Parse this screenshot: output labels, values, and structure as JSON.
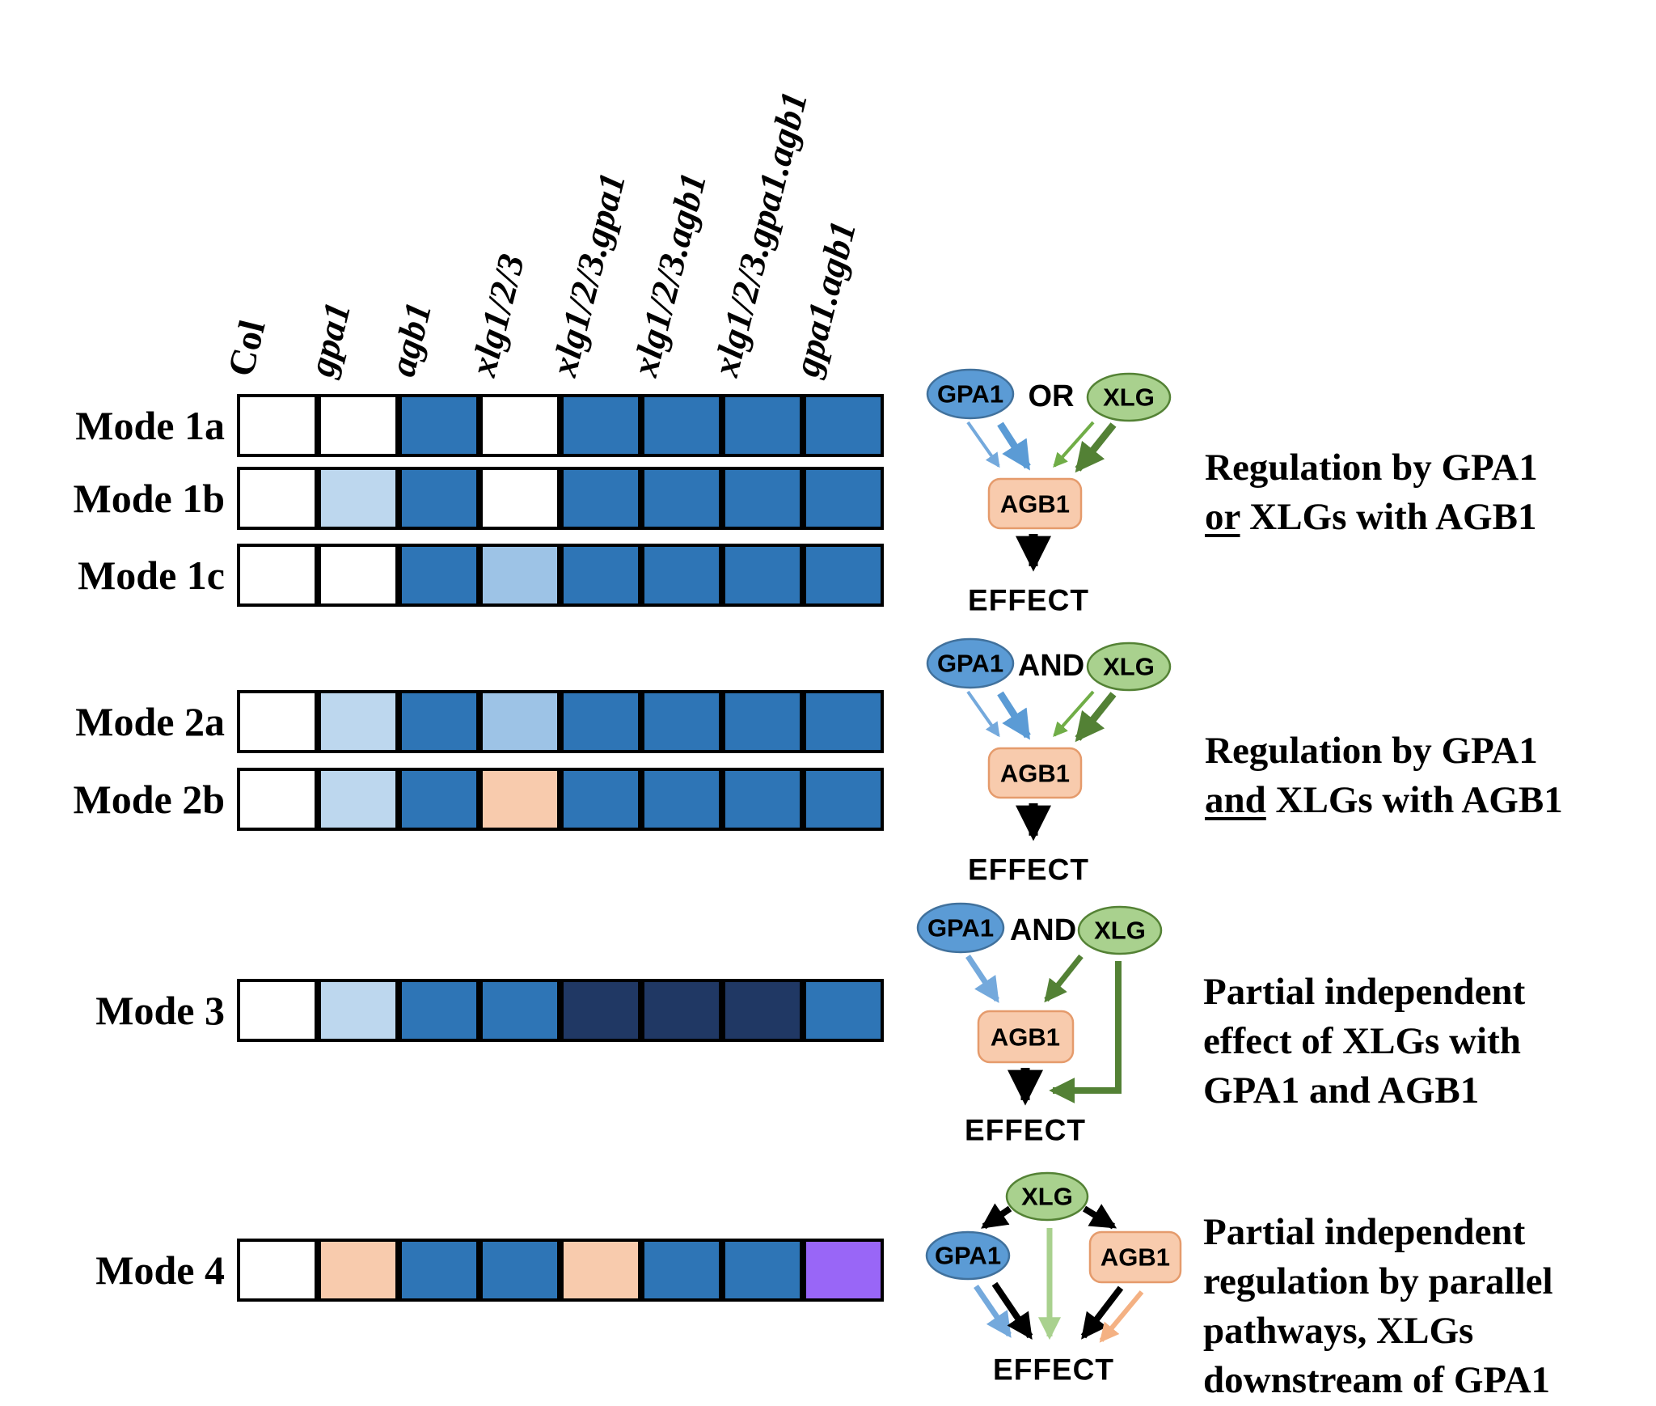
{
  "colors": {
    "cell_white": "#FFFFFF",
    "cell_blue": "#2E75B6",
    "cell_light_blue": "#BDD7EE",
    "cell_mid_blue": "#9DC3E6",
    "cell_navy": "#203864",
    "cell_peach": "#F8CBAD",
    "cell_purple": "#9966F7",
    "node_gpa1_fill": "#5B9BD5",
    "node_gpa1_stroke": "#41719C",
    "node_xlg_fill": "#A9D18E",
    "node_xlg_stroke": "#548235",
    "node_agb1_fill": "#F8CBAD",
    "node_agb1_stroke": "#E59B6C",
    "arrow_blue": "#5B9BD5",
    "arrow_blue_light": "#74A9DC",
    "arrow_green": "#70AD47",
    "arrow_green_dark": "#538135",
    "arrow_green_pale": "#A9D18E",
    "arrow_peach": "#F4B183"
  },
  "grid": {
    "columns": [
      {
        "label": "Col",
        "italic": false
      },
      {
        "label": "gpa1",
        "italic": true
      },
      {
        "label": "agb1",
        "italic": true
      },
      {
        "label": "xlg1/2/3",
        "italic": true
      },
      {
        "label": "xlg1/2/3.gpa1",
        "italic": true
      },
      {
        "label": "xlg1/2/3.agb1",
        "italic": true
      },
      {
        "label": "xlg1/2/3.gpa1.agb1",
        "italic": true
      },
      {
        "label": "gpa1.agb1",
        "italic": true
      }
    ],
    "rows": [
      {
        "label": "Mode 1a",
        "cells": [
          "white",
          "white",
          "blue",
          "white",
          "blue",
          "blue",
          "blue",
          "blue"
        ]
      },
      {
        "label": "Mode 1b",
        "cells": [
          "white",
          "light_blue",
          "blue",
          "white",
          "blue",
          "blue",
          "blue",
          "blue"
        ]
      },
      {
        "label": "Mode 1c",
        "cells": [
          "white",
          "white",
          "blue",
          "mid_blue",
          "blue",
          "blue",
          "blue",
          "blue"
        ]
      },
      {
        "label": "Mode 2a",
        "cells": [
          "white",
          "light_blue",
          "blue",
          "mid_blue",
          "blue",
          "blue",
          "blue",
          "blue"
        ]
      },
      {
        "label": "Mode 2b",
        "cells": [
          "white",
          "light_blue",
          "blue",
          "peach",
          "blue",
          "blue",
          "blue",
          "blue"
        ]
      },
      {
        "label": "Mode 3",
        "cells": [
          "white",
          "light_blue",
          "blue",
          "blue",
          "navy",
          "navy",
          "navy",
          "blue"
        ]
      },
      {
        "label": "Mode 4",
        "cells": [
          "white",
          "peach",
          "blue",
          "blue",
          "peach",
          "blue",
          "blue",
          "purple"
        ]
      }
    ]
  },
  "diagrams": {
    "d1": {
      "gpa1": "GPA1",
      "op": "OR",
      "xlg": "XLG",
      "agb1": "AGB1",
      "effect": "EFFECT"
    },
    "d2": {
      "gpa1": "GPA1",
      "op": "AND",
      "xlg": "XLG",
      "agb1": "AGB1",
      "effect": "EFFECT"
    },
    "d3": {
      "gpa1": "GPA1",
      "op": "AND",
      "xlg": "XLG",
      "agb1": "AGB1",
      "effect": "EFFECT"
    },
    "d4": {
      "gpa1": "GPA1",
      "xlg": "XLG",
      "agb1": "AGB1",
      "effect": "EFFECT"
    }
  },
  "captions": {
    "c1": {
      "l1": "Regulation by GPA1",
      "u2": "or",
      "r2": " XLGs with AGB1"
    },
    "c2": {
      "l1": "Regulation by GPA1",
      "u2": "and",
      "r2": " XLGs with AGB1"
    },
    "c3": {
      "l1": "Partial independent",
      "l2": "effect of XLGs with",
      "l3": "GPA1 and AGB1"
    },
    "c4": {
      "l1": "Partial independent",
      "l2": "regulation by parallel",
      "l3": "pathways, XLGs",
      "l4": "downstream of GPA1"
    }
  }
}
